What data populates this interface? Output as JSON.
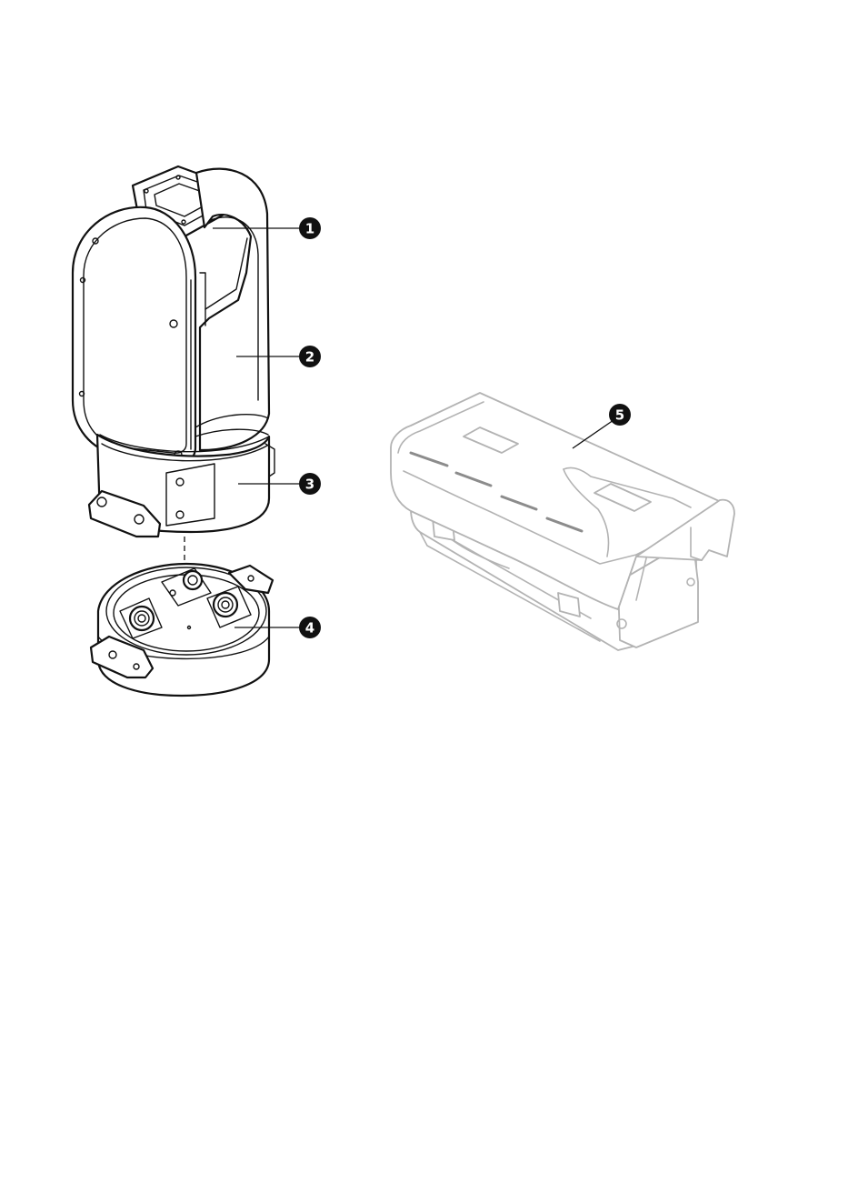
{
  "callouts": [
    {
      "id": 1,
      "label": "1"
    },
    {
      "id": 2,
      "label": "2"
    },
    {
      "id": 3,
      "label": "3"
    },
    {
      "id": 4,
      "label": "4"
    },
    {
      "id": 5,
      "label": "5"
    }
  ],
  "colors": {
    "ink": "#111111",
    "faded_ink": "#b3b3b3",
    "background": "#ffffff",
    "callout_fill": "#111111",
    "callout_text": "#ffffff"
  }
}
